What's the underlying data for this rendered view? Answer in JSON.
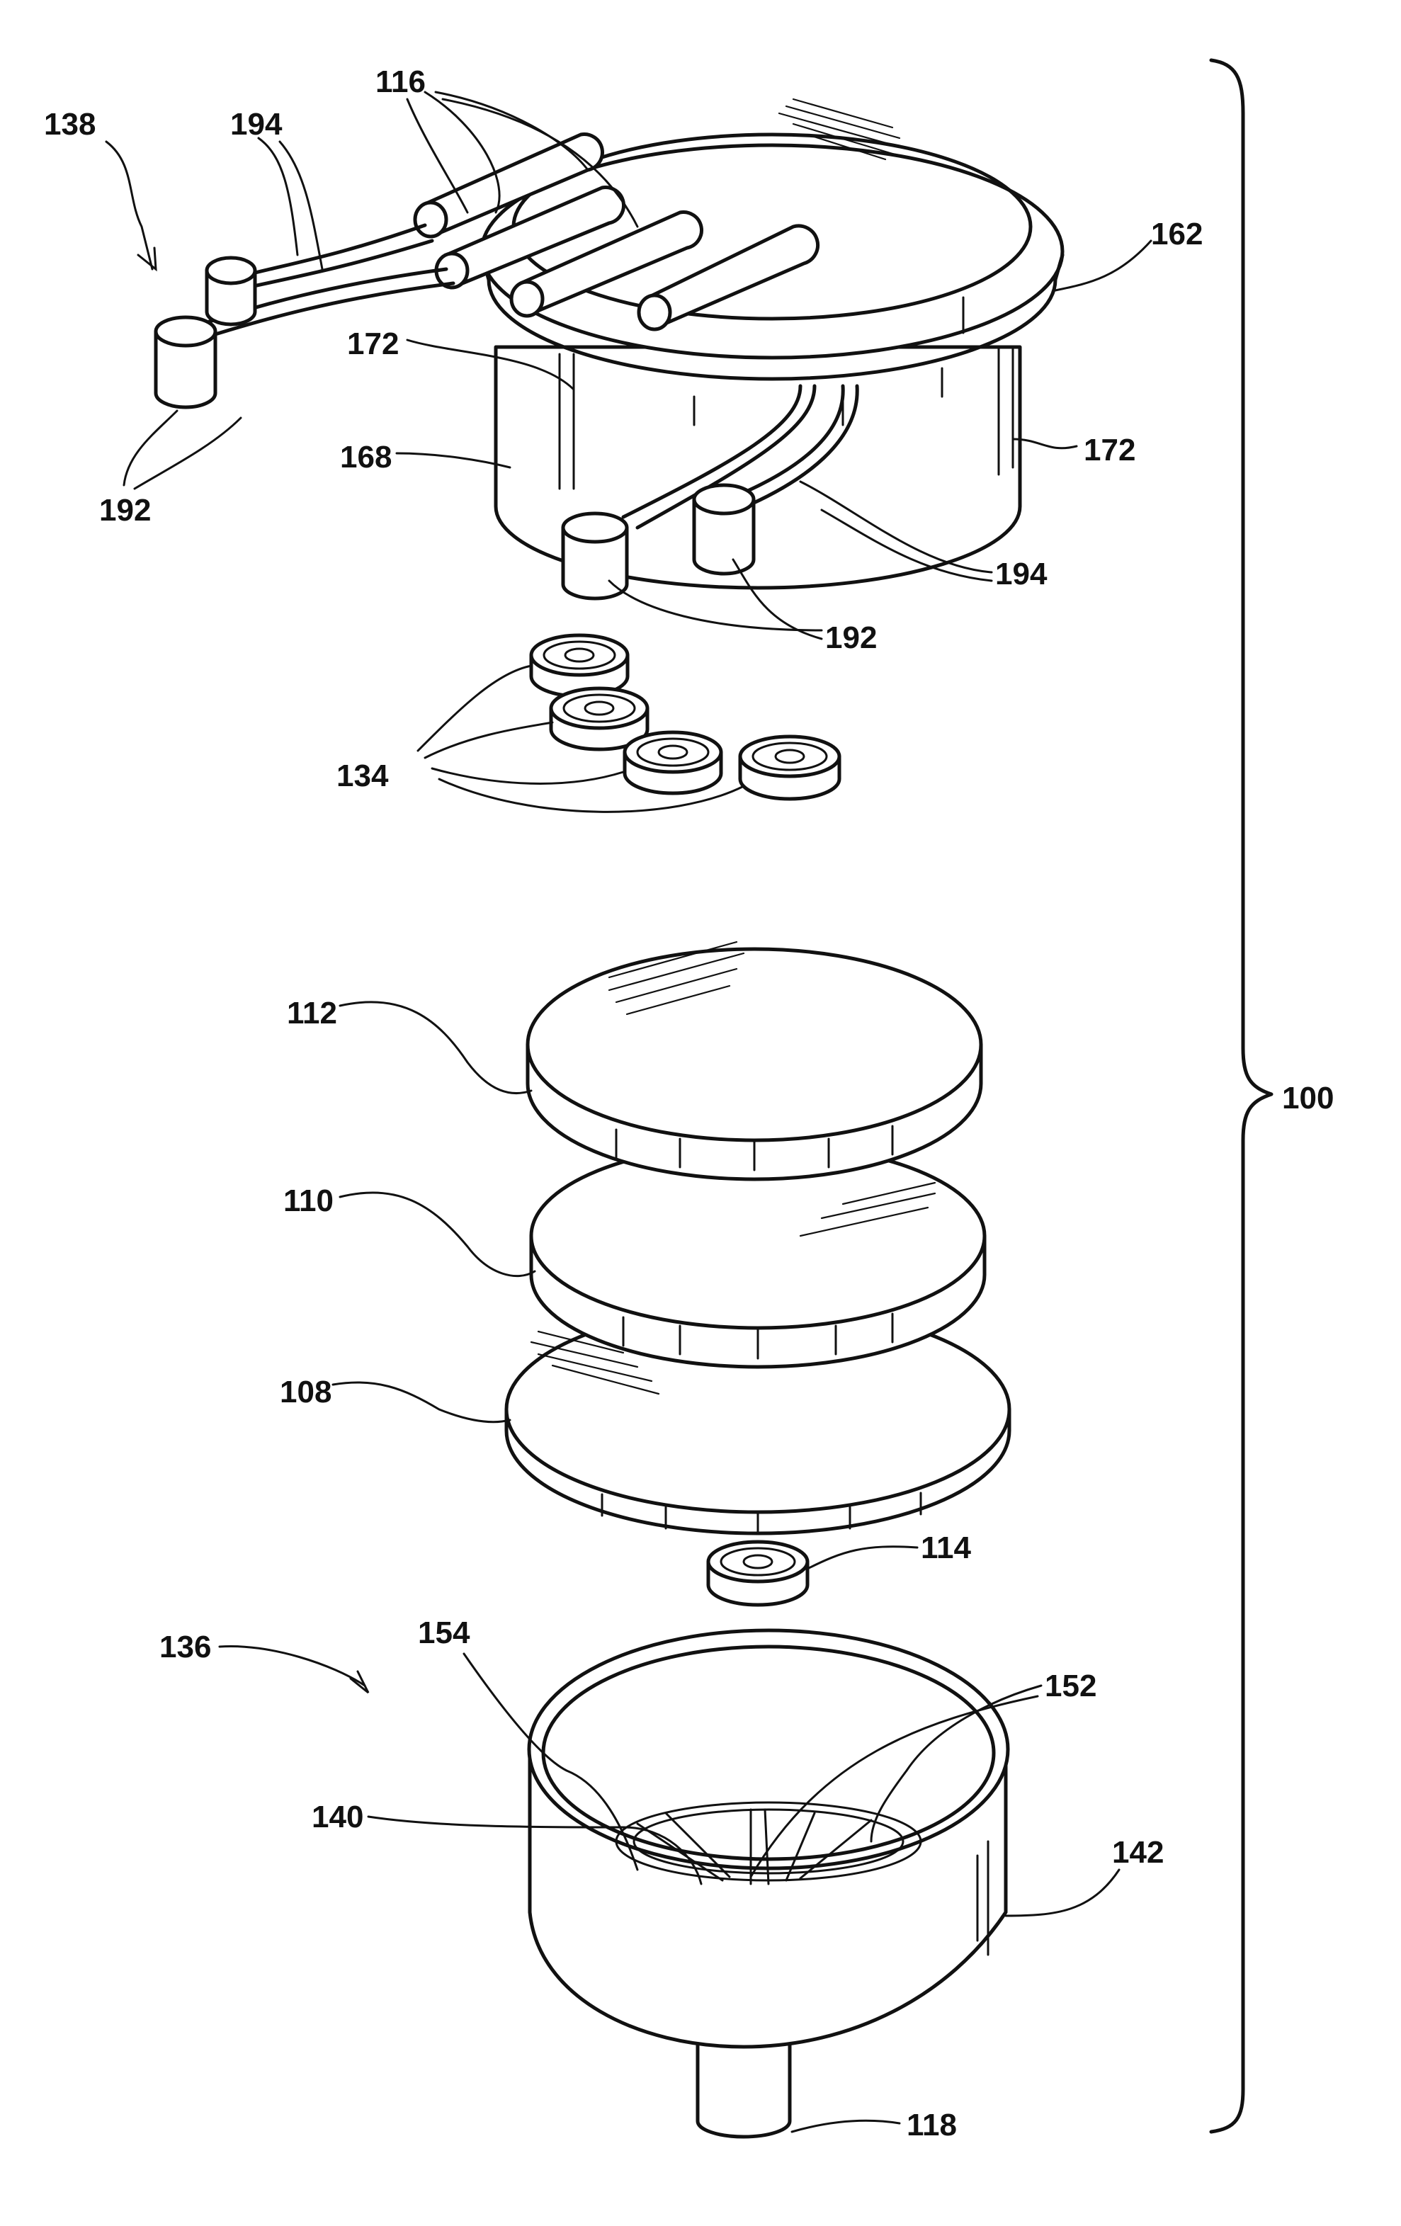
{
  "labels": {
    "l138": "138",
    "l194a": "194",
    "l116": "116",
    "l162": "162",
    "l172a": "172",
    "l172b": "172",
    "l168": "168",
    "l192a": "192",
    "l194b": "194",
    "l192b": "192",
    "l134": "134",
    "l112": "112",
    "l110": "110",
    "l108": "108",
    "l100": "100",
    "l114": "114",
    "l136": "136",
    "l154": "154",
    "l152": "152",
    "l140": "140",
    "l142": "142",
    "l118": "118"
  }
}
